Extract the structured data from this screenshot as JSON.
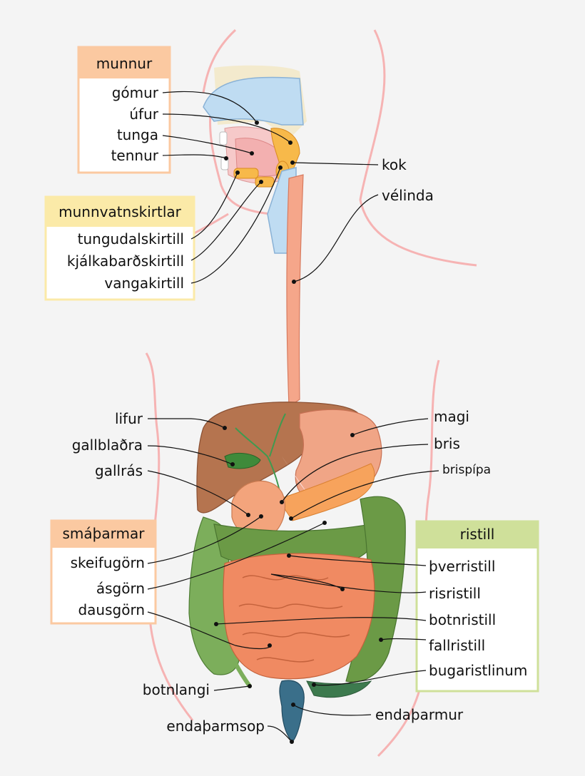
{
  "groups": {
    "mouth": {
      "title": "munnur",
      "color": "#fbc9a1",
      "items": [
        "gómur",
        "úfur",
        "tunga",
        "tennur"
      ]
    },
    "salivary": {
      "title": "munnvatnskirtlar",
      "color": "#fbeaa8",
      "items": [
        "tungudalskirtill",
        "kjálkabarðskirtill",
        "vangakirtill"
      ]
    },
    "small_intestine": {
      "title": "smáþarmar",
      "color": "#fbc9a1",
      "items": [
        "skeifugörn",
        "ásgörn",
        "dausgörn"
      ]
    },
    "colon": {
      "title": "ristill",
      "color": "#cfe09a",
      "items": [
        "þverristill",
        "risristill",
        "botnristill",
        "fallristill",
        "bugaristlinum"
      ]
    }
  },
  "labels": {
    "pharynx": "kok",
    "esophagus": "vélinda",
    "liver": "lifur",
    "gallbladder": "gallblaðra",
    "bile_duct": "gallrás",
    "stomach": "magi",
    "pancreas": "bris",
    "pancreatic_duct": "brispípa",
    "appendix": "botnlangi",
    "rectum": "endaþarmur",
    "anus": "endaþarmsop"
  }
}
